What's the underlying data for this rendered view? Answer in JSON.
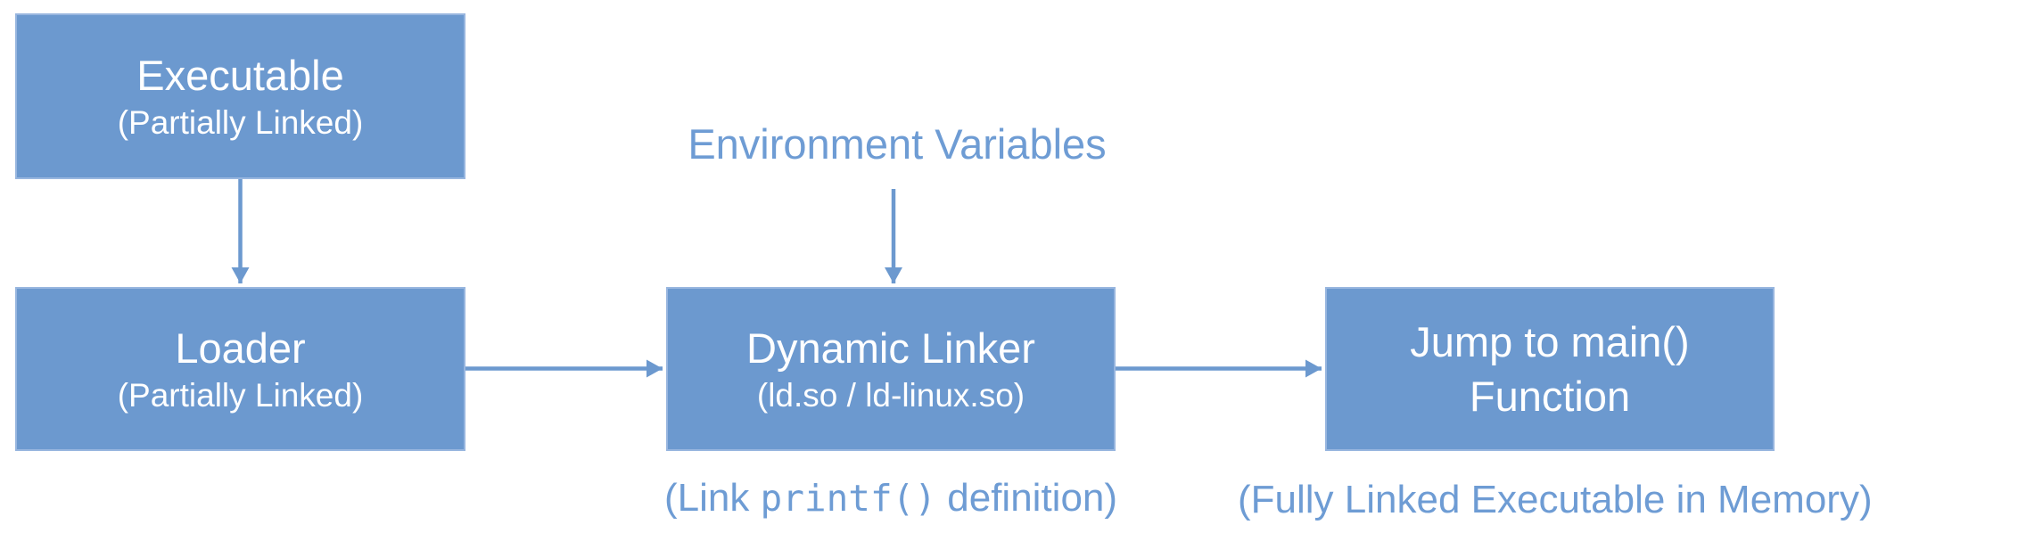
{
  "colors": {
    "box_fill": "#6C99CF",
    "box_border": "#98B6DF",
    "box_text": "#FFFFFF",
    "label_text": "#6E9CD4",
    "arrow_color": "#6C99CF",
    "background": "#FFFFFF"
  },
  "diagram": {
    "nodes": {
      "executable": {
        "title": "Executable",
        "subtitle": "(Partially Linked)"
      },
      "loader": {
        "title": "Loader",
        "subtitle": "(Partially Linked)"
      },
      "dynamic_linker": {
        "title": "Dynamic Linker",
        "subtitle": "(ld.so / ld-linux.so)"
      },
      "jump_main": {
        "title": "Jump to main()",
        "subtitle": "Function"
      }
    },
    "labels": {
      "environment_variables": "Environment Variables",
      "link_caption_prefix": "(Link ",
      "link_caption_code": "printf()",
      "link_caption_suffix": " definition)",
      "memory_caption": "(Fully Linked Executable in Memory)"
    },
    "arrows": [
      {
        "name": "executable-to-loader",
        "direction": "down"
      },
      {
        "name": "environment-variables-to-dynamic-linker",
        "direction": "down"
      },
      {
        "name": "loader-to-dynamic-linker",
        "direction": "right"
      },
      {
        "name": "dynamic-linker-to-jump-main",
        "direction": "right"
      }
    ]
  }
}
